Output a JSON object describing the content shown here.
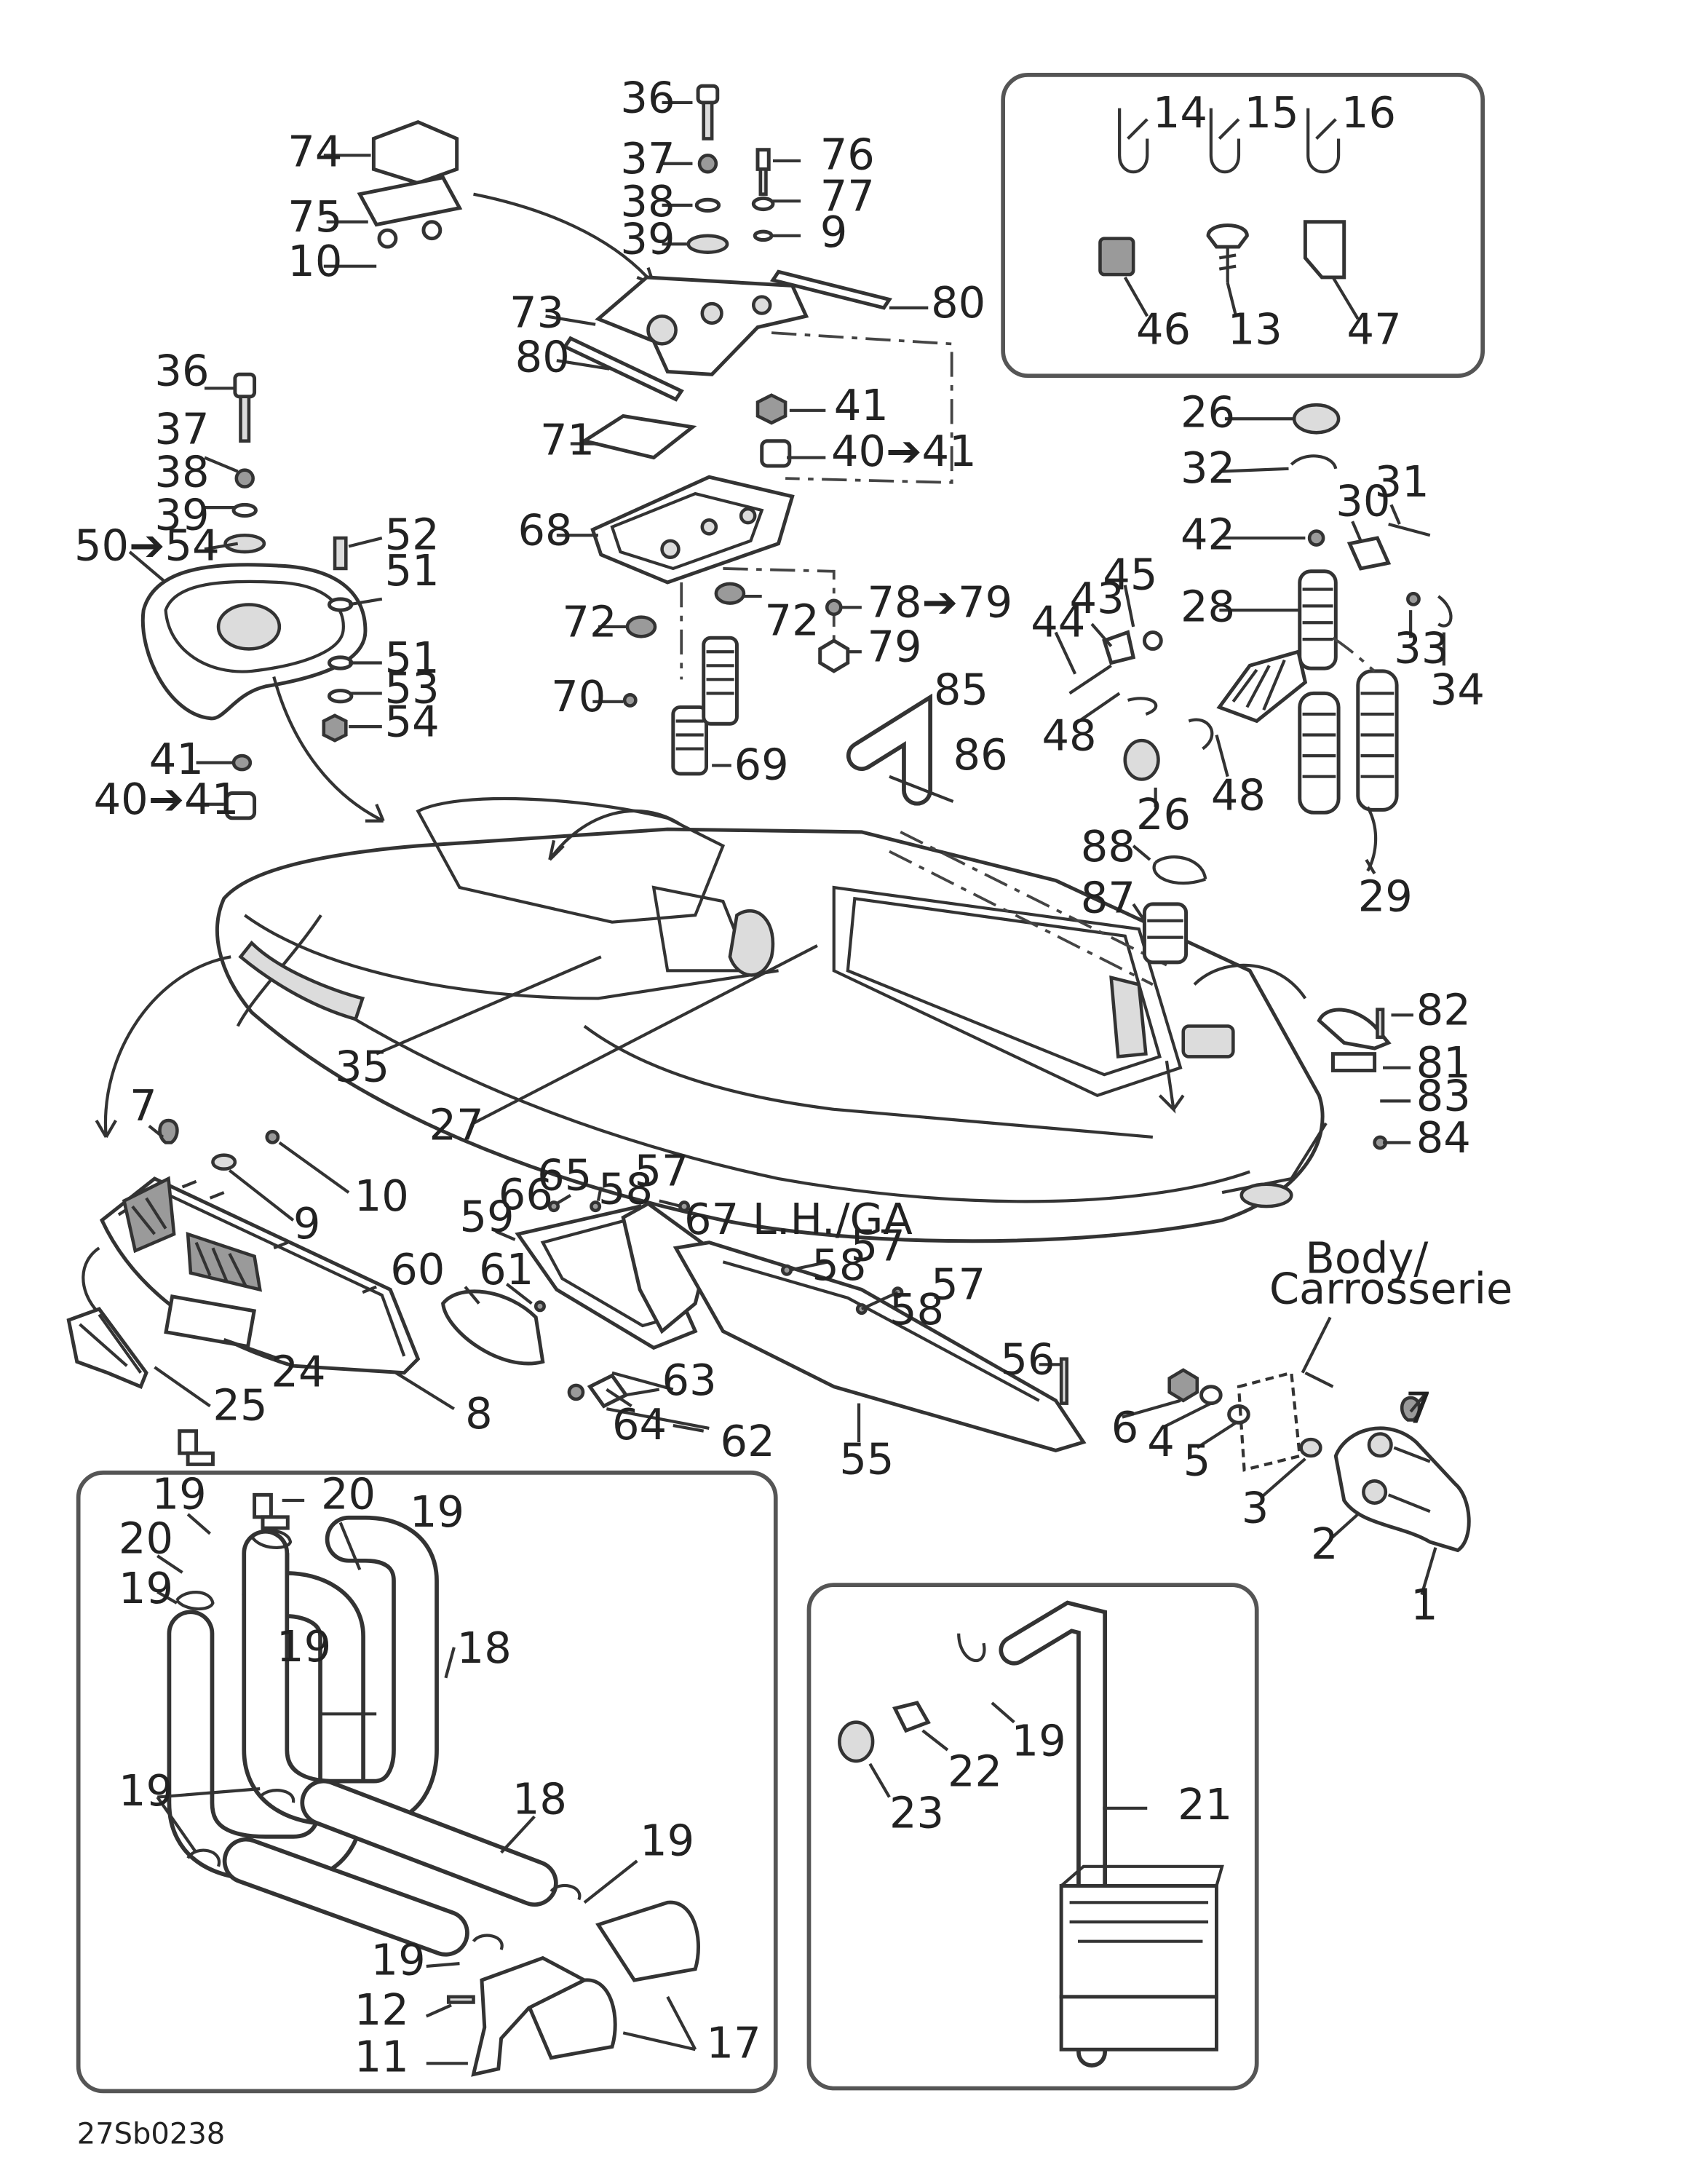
{
  "diagram": {
    "subtitle": "27Sb0238",
    "callouts": [
      {
        "id": "c74",
        "text": "74"
      },
      {
        "id": "c75",
        "text": "75"
      },
      {
        "id": "c10a",
        "text": "10"
      },
      {
        "id": "c36a",
        "text": "36"
      },
      {
        "id": "c37a",
        "text": "37"
      },
      {
        "id": "c38a",
        "text": "38"
      },
      {
        "id": "c39a",
        "text": "39"
      },
      {
        "id": "c76",
        "text": "76"
      },
      {
        "id": "c77",
        "text": "77"
      },
      {
        "id": "c9a",
        "text": "9"
      },
      {
        "id": "c73",
        "text": "73"
      },
      {
        "id": "c80a",
        "text": "80"
      },
      {
        "id": "c80b",
        "text": "80"
      },
      {
        "id": "c41a",
        "text": "41"
      },
      {
        "id": "c71",
        "text": "71"
      },
      {
        "id": "c40a",
        "text": "40➔41"
      },
      {
        "id": "c68",
        "text": "68"
      },
      {
        "id": "c72a",
        "text": "72"
      },
      {
        "id": "c72b",
        "text": "72"
      },
      {
        "id": "c78",
        "text": "78➔79"
      },
      {
        "id": "c79",
        "text": "79"
      },
      {
        "id": "c70",
        "text": "70"
      },
      {
        "id": "c69",
        "text": "69"
      },
      {
        "id": "c85",
        "text": "85"
      },
      {
        "id": "c86",
        "text": "86"
      },
      {
        "id": "c36b",
        "text": "36"
      },
      {
        "id": "c37b",
        "text": "37"
      },
      {
        "id": "c38b",
        "text": "38"
      },
      {
        "id": "c39b",
        "text": "39"
      },
      {
        "id": "c50",
        "text": "50➔54"
      },
      {
        "id": "c52",
        "text": "52"
      },
      {
        "id": "c51a",
        "text": "51"
      },
      {
        "id": "c51b",
        "text": "51"
      },
      {
        "id": "c53",
        "text": "53"
      },
      {
        "id": "c54",
        "text": "54"
      },
      {
        "id": "c41b",
        "text": "41"
      },
      {
        "id": "c40b",
        "text": "40➔41"
      },
      {
        "id": "c14",
        "text": "14"
      },
      {
        "id": "c15",
        "text": "15"
      },
      {
        "id": "c16",
        "text": "16"
      },
      {
        "id": "c46",
        "text": "46"
      },
      {
        "id": "c13",
        "text": "13"
      },
      {
        "id": "c47",
        "text": "47"
      },
      {
        "id": "c26a",
        "text": "26"
      },
      {
        "id": "c32",
        "text": "32"
      },
      {
        "id": "c30",
        "text": "30"
      },
      {
        "id": "c31",
        "text": "31"
      },
      {
        "id": "c42",
        "text": "42"
      },
      {
        "id": "c45",
        "text": "45"
      },
      {
        "id": "c43",
        "text": "43"
      },
      {
        "id": "c44",
        "text": "44"
      },
      {
        "id": "c28",
        "text": "28"
      },
      {
        "id": "c33",
        "text": "33"
      },
      {
        "id": "c34",
        "text": "34"
      },
      {
        "id": "c48a",
        "text": "48"
      },
      {
        "id": "c48b",
        "text": "48"
      },
      {
        "id": "c26b",
        "text": "26"
      },
      {
        "id": "c29",
        "text": "29"
      },
      {
        "id": "c88",
        "text": "88"
      },
      {
        "id": "c87",
        "text": "87"
      },
      {
        "id": "c82",
        "text": "82"
      },
      {
        "id": "c81",
        "text": "81"
      },
      {
        "id": "c83",
        "text": "83"
      },
      {
        "id": "c84",
        "text": "84"
      },
      {
        "id": "c35",
        "text": "35"
      },
      {
        "id": "c27",
        "text": "27"
      },
      {
        "id": "c7a",
        "text": "7"
      },
      {
        "id": "c10b",
        "text": "10"
      },
      {
        "id": "c9b",
        "text": "9"
      },
      {
        "id": "c24",
        "text": "24"
      },
      {
        "id": "c25",
        "text": "25"
      },
      {
        "id": "c8",
        "text": "8"
      },
      {
        "id": "c65",
        "text": "65"
      },
      {
        "id": "c66",
        "text": "66"
      },
      {
        "id": "c58a",
        "text": "58"
      },
      {
        "id": "c57a",
        "text": "57"
      },
      {
        "id": "c67",
        "text": "67 L.H./GA"
      },
      {
        "id": "c59",
        "text": "59"
      },
      {
        "id": "c57b",
        "text": "57"
      },
      {
        "id": "c58b",
        "text": "58"
      },
      {
        "id": "c57c",
        "text": "57"
      },
      {
        "id": "c58c",
        "text": "58"
      },
      {
        "id": "c60",
        "text": "60"
      },
      {
        "id": "c61",
        "text": "61"
      },
      {
        "id": "c63",
        "text": "63"
      },
      {
        "id": "c64",
        "text": "64"
      },
      {
        "id": "c62",
        "text": "62"
      },
      {
        "id": "c56",
        "text": "56"
      },
      {
        "id": "c55",
        "text": "55"
      },
      {
        "id": "c7b",
        "text": "7"
      },
      {
        "id": "c6",
        "text": "6"
      },
      {
        "id": "c4",
        "text": "4"
      },
      {
        "id": "c5",
        "text": "5"
      },
      {
        "id": "c3",
        "text": "3"
      },
      {
        "id": "c2",
        "text": "2"
      },
      {
        "id": "c1",
        "text": "1"
      },
      {
        "id": "c19a",
        "text": "19"
      },
      {
        "id": "c20a",
        "text": "20"
      },
      {
        "id": "c19b",
        "text": "19"
      },
      {
        "id": "c20b",
        "text": "20"
      },
      {
        "id": "c19c",
        "text": "19"
      },
      {
        "id": "c19d",
        "text": "19"
      },
      {
        "id": "c18a",
        "text": "18"
      },
      {
        "id": "c19e",
        "text": "19"
      },
      {
        "id": "c18b",
        "text": "18"
      },
      {
        "id": "c19f",
        "text": "19"
      },
      {
        "id": "c19g",
        "text": "19"
      },
      {
        "id": "c12",
        "text": "12"
      },
      {
        "id": "c11",
        "text": "11"
      },
      {
        "id": "c17",
        "text": "17"
      },
      {
        "id": "c19h",
        "text": "19"
      },
      {
        "id": "c22",
        "text": "22"
      },
      {
        "id": "c23",
        "text": "23"
      },
      {
        "id": "c21",
        "text": "21"
      }
    ],
    "body_label": {
      "line1": "Body/",
      "line2": "Carrosserie"
    }
  }
}
